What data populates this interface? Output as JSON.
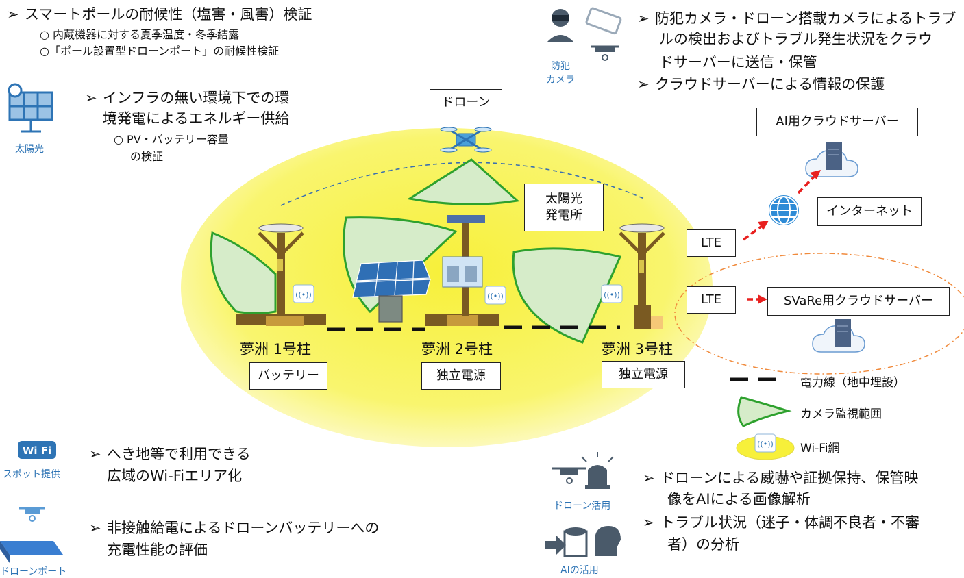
{
  "top_left": {
    "heading": "スマートポールの耐候性（塩害・風害）検証",
    "subs": [
      "○ 内蔵機器に対する夏季温度・冬季結露",
      "○「ポール設置型ドローンポート」の耐候性検証"
    ]
  },
  "solar": {
    "icon_label": "太陽光",
    "lines": [
      "インフラの無い環境下での環",
      "境発電によるエネルギー供給"
    ],
    "subs": [
      "○ PV・バッテリー容量",
      "の検証"
    ]
  },
  "security": {
    "icon_label_1": "防犯",
    "icon_label_2": "カメラ",
    "lines": [
      "防犯カメラ・ドローン搭載カメラによるトラブ",
      "ルの検出およびトラブル発生状況をクラウ",
      "ドサーバーに送信・保管"
    ],
    "line2": "クラウドサーバーによる情報の保護"
  },
  "diagram": {
    "drone_box": "ドローン",
    "solar_plant": [
      "太陽光",
      "発電所"
    ],
    "ai_server": "AI用クラウドサーバー",
    "internet": "インターネット",
    "lte1": "LTE",
    "lte2": "LTE",
    "svare_server": "SVaRe用クラウドサーバー",
    "poles": [
      {
        "name": "夢洲 1号柱",
        "power": "バッテリー"
      },
      {
        "name": "夢洲 2号柱",
        "power": "独立電源"
      },
      {
        "name": "夢洲 3号柱",
        "power": "独立電源"
      }
    ]
  },
  "legend": {
    "power_line": "電力線（地中埋設）",
    "camera_range": "カメラ監視範囲",
    "wifi_net": "Wi-Fi網"
  },
  "wifi": {
    "badge": "WiFi",
    "icon_label": "スポット提供",
    "lines": [
      "へき地等で利用できる",
      "広域のWi-Fiエリア化"
    ]
  },
  "droneport": {
    "icon_label": "ドローンポート",
    "lines": [
      "非接触給電によるドローンバッテリーへの",
      "充電性能の評価"
    ]
  },
  "drone_use": {
    "icon_label": "ドローン活用",
    "lines": [
      "ドローンによる威嚇や証拠保持、保管映",
      "像をAIによる画像解析"
    ],
    "line2": [
      "トラブル状況（迷子・体調不良者・不審",
      "者）の分析"
    ]
  },
  "ai_use": {
    "icon_label": "AIの活用"
  },
  "colors": {
    "ellipse_yellow": "#f7f03a",
    "icon_blue": "#2e74b5",
    "camera_fill": "#d6ecc9",
    "camera_stroke": "#2ea12e",
    "arrow_red": "#e8201f",
    "dashed_orange": "#f08a3c"
  }
}
